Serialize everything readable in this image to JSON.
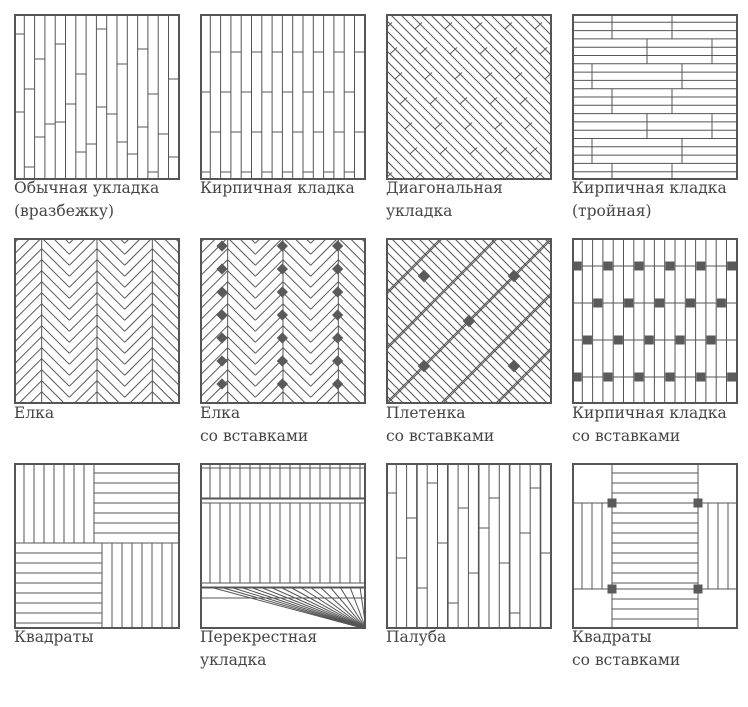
{
  "patterns": [
    {
      "lines": [
        "Обычная укладка",
        "(вразбежку)"
      ]
    },
    {
      "lines": [
        "Кирпичная кладка",
        ""
      ]
    },
    {
      "lines": [
        "Диагональная",
        "укладка"
      ]
    },
    {
      "lines": [
        "Кирпичная кладка",
        "(тройная)"
      ]
    },
    {
      "lines": [
        "Елка",
        ""
      ]
    },
    {
      "lines": [
        "Елка",
        "со вставками"
      ]
    },
    {
      "lines": [
        "Плетенка",
        "со вставками"
      ]
    },
    {
      "lines": [
        "Кирпичная кладка",
        "со вставками"
      ]
    },
    {
      "lines": [
        "Квадраты",
        ""
      ]
    },
    {
      "lines": [
        "Перекрестная",
        "укладка"
      ]
    },
    {
      "lines": [
        "Палуба",
        ""
      ]
    },
    {
      "lines": [
        "Квадраты",
        "со вставками"
      ]
    }
  ],
  "colors": {
    "line": "#555555",
    "insert": "#5a5a5a",
    "text": "#454545"
  }
}
